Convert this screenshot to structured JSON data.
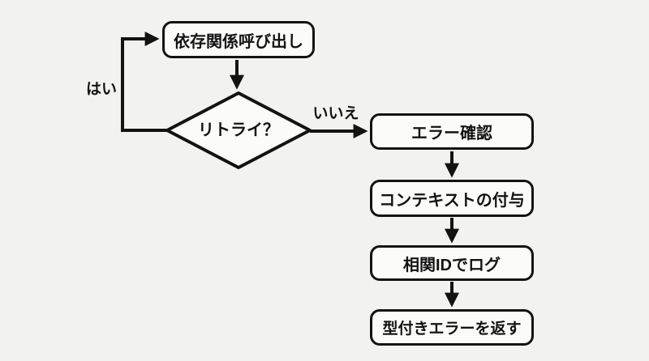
{
  "colors": {
    "background": "#f2f2f1",
    "node_fill": "#fbfbfa",
    "stroke": "#131313",
    "text": "#131313"
  },
  "diagram": {
    "type": "flowchart",
    "nodes": {
      "dependency_call": {
        "label": "依存関係呼び出し",
        "shape": "rounded-rect"
      },
      "retry_decision": {
        "label": "リトライ？",
        "shape": "diamond"
      },
      "error_check": {
        "label": "エラー確認",
        "shape": "rounded-rect"
      },
      "add_context": {
        "label": "コンテキストの付与",
        "shape": "rounded-rect"
      },
      "log_correlation_id": {
        "label": "相関IDでログ",
        "shape": "rounded-rect"
      },
      "return_typed_error": {
        "label": "型付きエラーを返す",
        "shape": "rounded-rect"
      }
    },
    "edges": [
      {
        "from": "dependency_call",
        "to": "retry_decision",
        "label": ""
      },
      {
        "from": "retry_decision",
        "to": "dependency_call",
        "label": "はい"
      },
      {
        "from": "retry_decision",
        "to": "error_check",
        "label": "いいえ"
      },
      {
        "from": "error_check",
        "to": "add_context",
        "label": ""
      },
      {
        "from": "add_context",
        "to": "log_correlation_id",
        "label": ""
      },
      {
        "from": "log_correlation_id",
        "to": "return_typed_error",
        "label": ""
      }
    ]
  }
}
